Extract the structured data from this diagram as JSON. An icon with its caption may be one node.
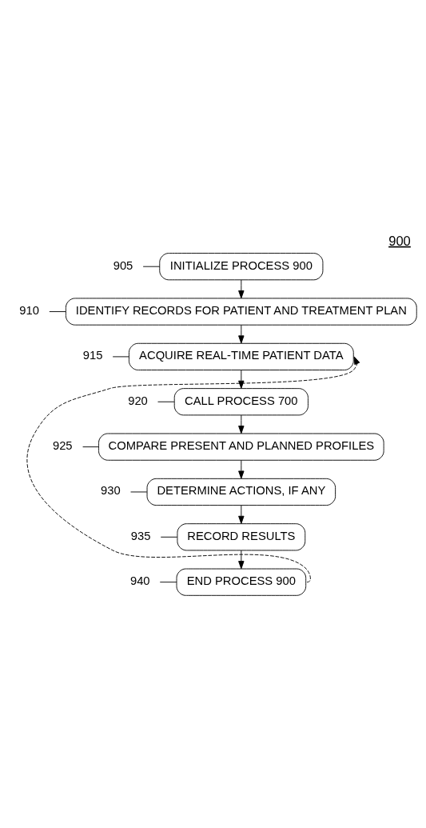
{
  "diagram": {
    "title": "900",
    "nodes": [
      {
        "text": [
          "INITIALIZE PROCESS 900"
        ]
      },
      {
        "text": [
          "IDENTIFY RECORDS FOR PATIENT AND TREATMENT PLAN"
        ]
      },
      {
        "text": [
          "ACQUIRE REAL-TIME PATIENT DATA"
        ]
      },
      {
        "text": [
          "CALL PROCESS 700"
        ]
      },
      {
        "text": [
          "COMPARE PRESENT AND PLANNED PROFILES"
        ]
      },
      {
        "text": [
          "DETERMINE ACTIONS, IF ANY"
        ]
      },
      {
        "text": [
          "RECORD RESULTS"
        ]
      },
      {
        "text": [
          "END PROCESS 900"
        ]
      },
      {
        "text": [
          "905"
        ]
      },
      {
        "text": [
          "910"
        ]
      },
      {
        "text": [
          "915"
        ]
      },
      {
        "text": [
          "920"
        ]
      },
      {
        "text": [
          "925"
        ]
      },
      {
        "text": [
          "930"
        ]
      },
      {
        "text": [
          "935"
        ]
      },
      {
        "text": [
          "940"
        ]
      }
    ],
    "edges": [
      {
        "from": 0,
        "to": 1,
        "arrow": "to"
      },
      {
        "from": 1,
        "to": 2,
        "arrow": "to"
      },
      {
        "from": 2,
        "to": 3,
        "arrow": "to"
      },
      {
        "from": 3,
        "to": 4,
        "arrow": "to"
      },
      {
        "from": 4,
        "to": 5,
        "arrow": "to"
      },
      {
        "from": 5,
        "to": 6,
        "arrow": "to"
      },
      {
        "from": 6,
        "to": 7,
        "arrow": "to"
      },
      {
        "from": 7,
        "to": 2,
        "arrow": "to",
        "style": "dashed"
      },
      {
        "from": 8,
        "to": 0,
        "arrow": "none"
      },
      {
        "from": 9,
        "to": 1,
        "arrow": "none"
      },
      {
        "from": 10,
        "to": 2,
        "arrow": "none"
      },
      {
        "from": 11,
        "to": 3,
        "arrow": "none"
      },
      {
        "from": 12,
        "to": 4,
        "arrow": "none"
      },
      {
        "from": 13,
        "to": 5,
        "arrow": "none"
      },
      {
        "from": 14,
        "to": 6,
        "arrow": "none"
      },
      {
        "from": 15,
        "to": 7,
        "arrow": "none"
      }
    ]
  }
}
